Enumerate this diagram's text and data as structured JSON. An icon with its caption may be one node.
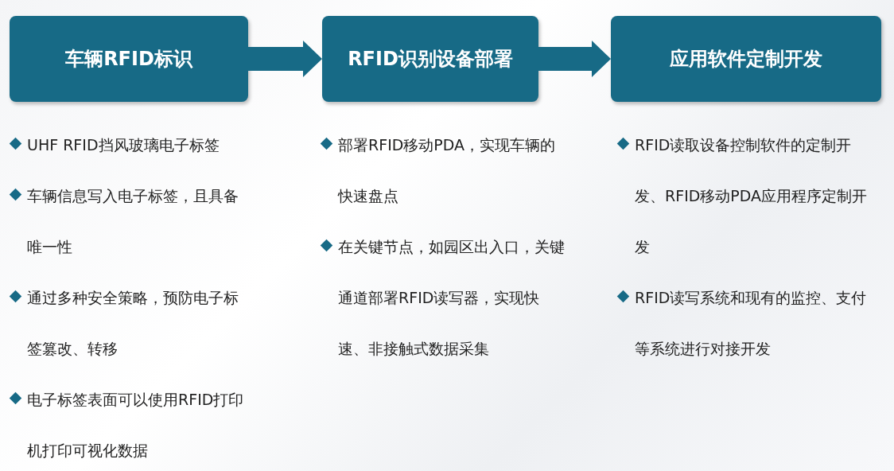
{
  "diagram": {
    "nodes": [
      {
        "text": [
          "车辆RFID标识"
        ]
      },
      {
        "text": [
          "RFID识别设备部署"
        ]
      },
      {
        "text": [
          "应用软件定制开发"
        ]
      }
    ],
    "edges": [
      {
        "from": 0,
        "to": 1,
        "arrow": "to"
      },
      {
        "from": 1,
        "to": 2,
        "arrow": "to"
      }
    ],
    "labels": [
      "UHF RFID挡风玻璃电子标签",
      "车辆信息写入电子标签，且具备唯一性",
      "通过多种安全策略，预防电子标签篡改、转移",
      "电子标签表面可以使用RFID打印机打印可视化数据",
      "部署RFID移动PDA，实现车辆的快速盘点",
      "在关键节点，如园区出入口，关键通道部署RFID读写器，实现快速、非接触式数据采集",
      "RFID读取设备控制软件的定制开发、RFID移动PDA应用程序定制开发",
      "RFID读写系统和现有的监控、支付等系统进行对接开发"
    ]
  }
}
